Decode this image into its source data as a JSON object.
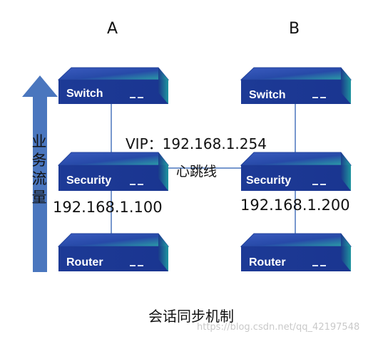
{
  "columns": {
    "a_label": "A",
    "b_label": "B"
  },
  "devices": {
    "a_switch": "Switch",
    "a_security": "Security",
    "a_router": "Router",
    "b_switch": "Switch",
    "b_security": "Security",
    "b_router": "Router"
  },
  "addresses": {
    "vip": "VIP：192.168.1.254",
    "a_ip": "192.168.1.100",
    "b_ip": "192.168.1.200"
  },
  "links": {
    "heartbeat": "心跳线"
  },
  "traffic": {
    "chars": [
      "业",
      "务",
      "流",
      "量"
    ]
  },
  "caption": "会话同步机制",
  "watermark": "https://blog.csdn.net/qq_42197548",
  "colors": {
    "device_top": "#2a4aa6",
    "device_front": "#1b3590",
    "device_side": "#123080",
    "accent": "#2ab8a8",
    "arrow": "#4a76be",
    "line": "#4a76be"
  }
}
